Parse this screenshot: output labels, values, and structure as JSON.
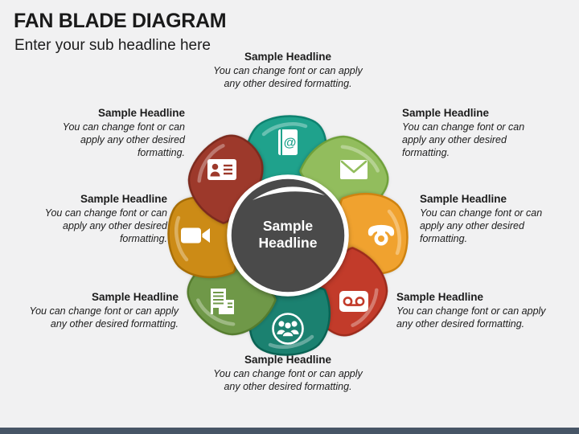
{
  "slide": {
    "title": "FAN BLADE DIAGRAM",
    "subtitle": "Enter your sub headline here",
    "background_color": "#f1f1f2",
    "footer_bar_color": "#475566",
    "title_color": "#1a1a1a"
  },
  "diagram": {
    "center": {
      "line1": "Sample",
      "line2": "Headline",
      "fill_color": "#4a4a4a",
      "ring_color": "#ffffff",
      "text_color": "#ffffff"
    },
    "blades": [
      {
        "direction": "north",
        "icon": "address-book-icon",
        "color": "#1fa28c",
        "stroke": "#0e8270",
        "glyph": "@"
      },
      {
        "direction": "northeast",
        "icon": "envelope-icon",
        "color": "#92bd5d",
        "stroke": "#6fa03a"
      },
      {
        "direction": "east",
        "icon": "phone-icon",
        "color": "#f0a22f",
        "stroke": "#cf8310"
      },
      {
        "direction": "southeast",
        "icon": "voicemail-icon",
        "color": "#c23b2a",
        "stroke": "#9d2b1c"
      },
      {
        "direction": "south",
        "icon": "people-icon",
        "color": "#1b8170",
        "stroke": "#0a6354"
      },
      {
        "direction": "southwest",
        "icon": "office-building-icon",
        "color": "#6f9848",
        "stroke": "#557c2e"
      },
      {
        "direction": "west",
        "icon": "video-camera-icon",
        "color": "#cc8b16",
        "stroke": "#a76e07"
      },
      {
        "direction": "northwest",
        "icon": "contact-card-icon",
        "color": "#9d392b",
        "stroke": "#7c2a1e"
      }
    ]
  },
  "labels": [
    {
      "position": "top",
      "heading": "Sample Headline",
      "body": "You can change font or can apply any other desired formatting."
    },
    {
      "position": "upper-left",
      "heading": "Sample Headline",
      "body": "You can change font or can apply any other desired formatting."
    },
    {
      "position": "upper-right",
      "heading": "Sample Headline",
      "body": "You can change font or can apply any other desired formatting."
    },
    {
      "position": "middle-left",
      "heading": "Sample Headline",
      "body": "You can change font or can apply any other desired formatting."
    },
    {
      "position": "middle-right",
      "heading": "Sample Headline",
      "body": "You can change font or can apply any other desired formatting."
    },
    {
      "position": "lower-left",
      "heading": "Sample Headline",
      "body": "You can change font or can apply any other desired formatting."
    },
    {
      "position": "lower-right",
      "heading": "Sample Headline",
      "body": "You can change font or can apply any other desired formatting."
    },
    {
      "position": "bottom",
      "heading": "Sample Headline",
      "body": "You can change font or can apply any other desired formatting."
    }
  ]
}
